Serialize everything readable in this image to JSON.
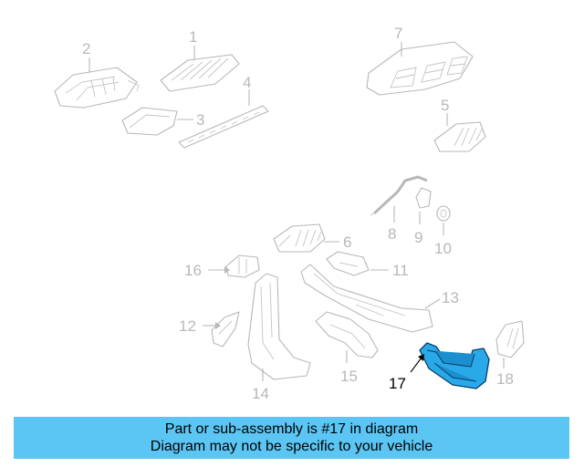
{
  "highlighted_part": "17",
  "callouts": {
    "c1": "1",
    "c2": "2",
    "c3": "3",
    "c4": "4",
    "c5": "5",
    "c6": "6",
    "c7": "7",
    "c8": "8",
    "c9": "9",
    "c10": "10",
    "c11": "11",
    "c12": "12",
    "c13": "13",
    "c14": "14",
    "c15": "15",
    "c16": "16",
    "c17": "17",
    "c18": "18"
  },
  "banner": {
    "line1": "Part or sub-assembly is #17 in diagram",
    "line2": "Diagram may not be specific to your vehicle",
    "background": "#5bc6f4"
  },
  "colors": {
    "highlight_fill": "#2aa9e8",
    "highlight_stroke": "#0a3d66",
    "line_art": "#b8b8b8"
  }
}
